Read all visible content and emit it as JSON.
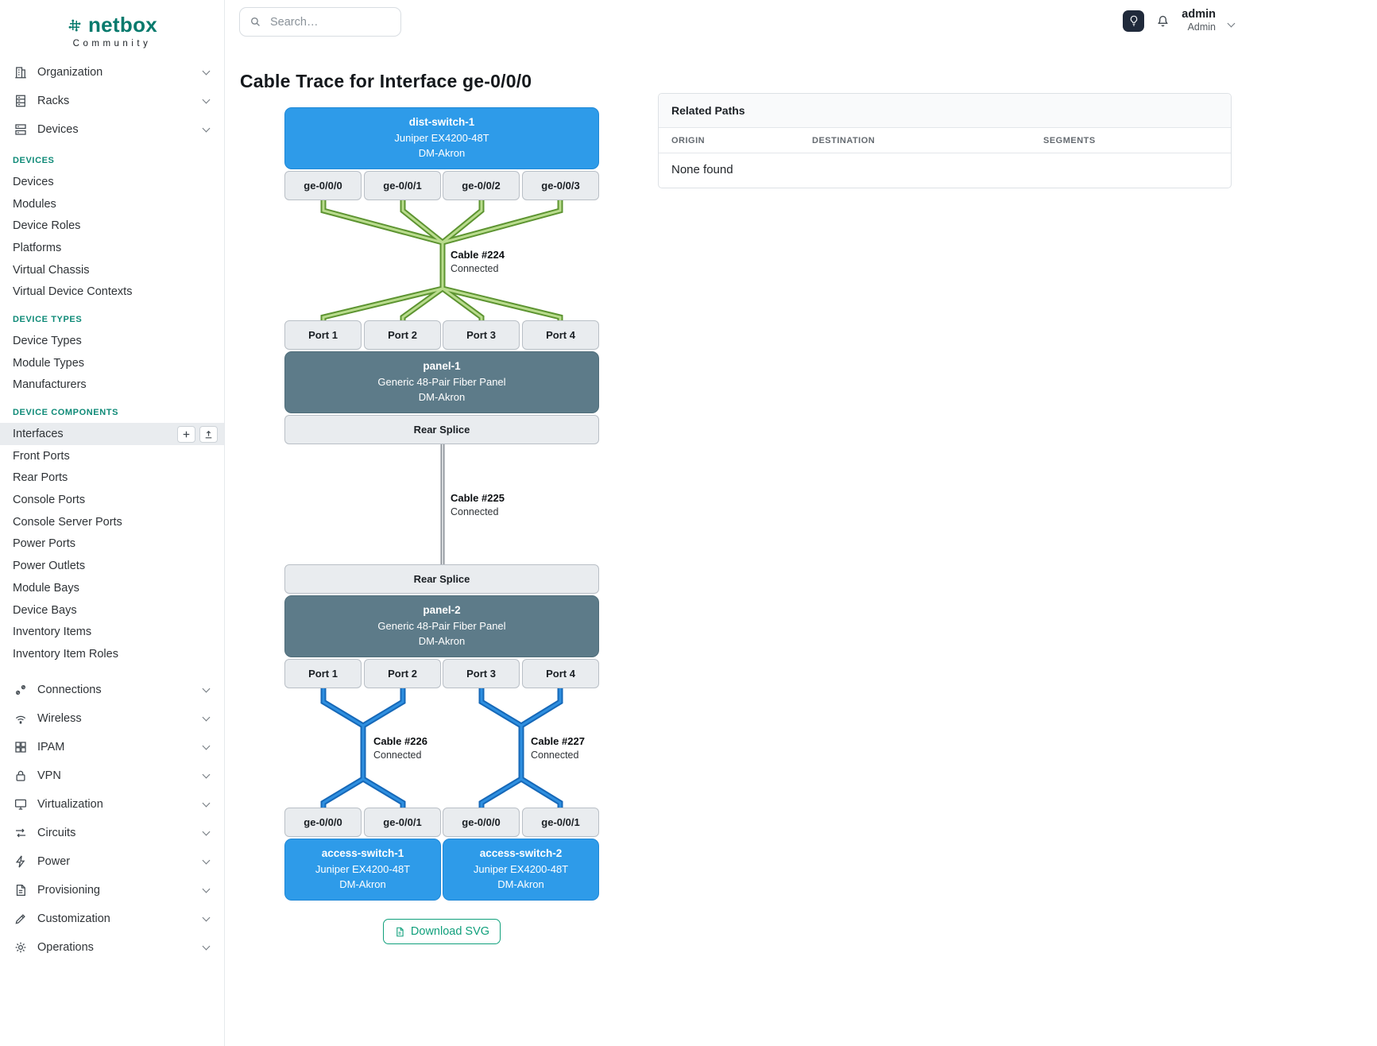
{
  "brand": {
    "name": "netbox",
    "subtitle": "Community"
  },
  "topbar": {
    "search_placeholder": "Search…",
    "user_name": "admin",
    "user_role": "Admin"
  },
  "sidebar": {
    "top_items": [
      "Organization",
      "Racks",
      "Devices"
    ],
    "groups": [
      {
        "header": "DEVICES",
        "items": [
          "Devices",
          "Modules",
          "Device Roles",
          "Platforms",
          "Virtual Chassis",
          "Virtual Device Contexts"
        ]
      },
      {
        "header": "DEVICE TYPES",
        "items": [
          "Device Types",
          "Module Types",
          "Manufacturers"
        ]
      },
      {
        "header": "DEVICE COMPONENTS",
        "items": [
          "Interfaces",
          "Front Ports",
          "Rear Ports",
          "Console Ports",
          "Console Server Ports",
          "Power Ports",
          "Power Outlets",
          "Module Bays",
          "Device Bays",
          "Inventory Items",
          "Inventory Item Roles"
        ]
      }
    ],
    "bottom_items": [
      "Connections",
      "Wireless",
      "IPAM",
      "VPN",
      "Virtualization",
      "Circuits",
      "Power",
      "Provisioning",
      "Customization",
      "Operations"
    ],
    "active_item": "Interfaces"
  },
  "page": {
    "title": "Cable Trace for Interface ge-0/0/0"
  },
  "related_paths": {
    "title": "Related Paths",
    "columns": [
      "ORIGIN",
      "DESTINATION",
      "SEGMENTS"
    ],
    "empty_text": "None found"
  },
  "trace": {
    "dist_switch": {
      "name": "dist-switch-1",
      "model": "Juniper EX4200-48T",
      "site": "DM-Akron"
    },
    "top_interfaces": [
      "ge-0/0/0",
      "ge-0/0/1",
      "ge-0/0/2",
      "ge-0/0/3"
    ],
    "ports": [
      "Port 1",
      "Port 2",
      "Port 3",
      "Port 4"
    ],
    "rear_splice_label": "Rear Splice",
    "panel1": {
      "name": "panel-1",
      "model": "Generic 48-Pair Fiber Panel",
      "site": "DM-Akron"
    },
    "panel2": {
      "name": "panel-2",
      "model": "Generic 48-Pair Fiber Panel",
      "site": "DM-Akron"
    },
    "cables": {
      "c224": {
        "name": "Cable #224",
        "status": "Connected",
        "color": "green"
      },
      "c225": {
        "name": "Cable #225",
        "status": "Connected",
        "color": "gray"
      },
      "c226": {
        "name": "Cable #226",
        "status": "Connected",
        "color": "blue"
      },
      "c227": {
        "name": "Cable #227",
        "status": "Connected",
        "color": "blue"
      }
    },
    "bottom_interfaces": [
      "ge-0/0/0",
      "ge-0/0/1",
      "ge-0/0/0",
      "ge-0/0/1"
    ],
    "access_switch_1": {
      "name": "access-switch-1",
      "model": "Juniper EX4200-48T",
      "site": "DM-Akron"
    },
    "access_switch_2": {
      "name": "access-switch-2",
      "model": "Juniper EX4200-48T",
      "site": "DM-Akron"
    }
  },
  "actions": {
    "download_svg": "Download SVG"
  },
  "colors": {
    "accent": "#0e8a77",
    "device_node": "#2e9be9",
    "panel_node": "#5d7b89",
    "cable_green": "#5d9431",
    "cable_blue": "#1668b8",
    "cable_gray": "#8d939a"
  }
}
